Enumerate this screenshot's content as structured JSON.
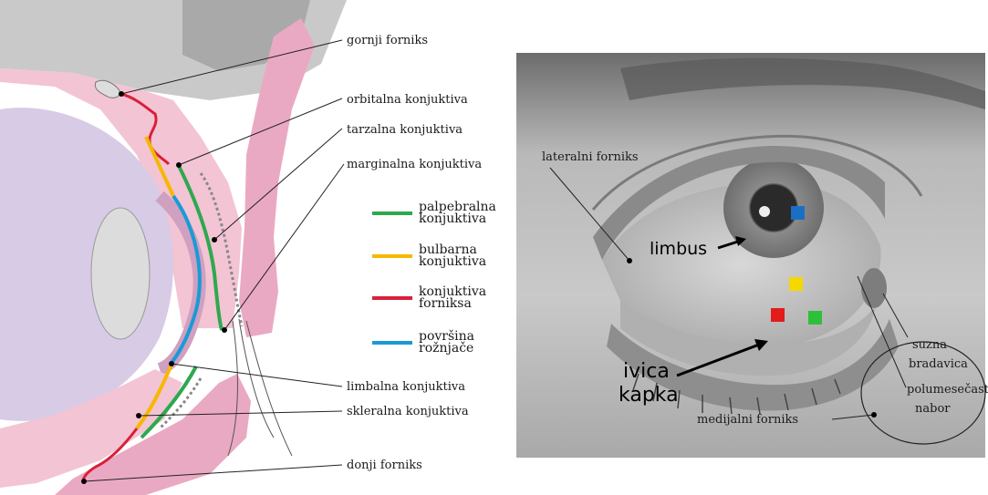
{
  "colors": {
    "palpebral": "#2fa84f",
    "bulbar": "#f5b800",
    "fornix": "#d9203a",
    "cornea": "#1a9ad6",
    "tissue_pink": "#f4c6d6",
    "tissue_pink_dark": "#e59bb8",
    "bone_gray": "#b7b7b7",
    "lens_gray": "#d9d9d9",
    "eyeball_lavender": "#d6c9e3",
    "photo_gray": "#9a9a9a"
  },
  "left_labels": {
    "gornji_forniks": "gornji forniks",
    "orbitalna": "orbitalna konjuktiva",
    "tarzalna": "tarzalna konjuktiva",
    "marginalna": "marginalna konjuktiva",
    "limbalna": "limbalna konjuktiva",
    "skleralna": "skleralna konjuktiva",
    "donji_forniks": "donji forniks"
  },
  "legend": [
    {
      "line1": "palpebralna",
      "line2": "konjuktiva",
      "color": "#2fa84f"
    },
    {
      "line1": "bulbarna",
      "line2": "konjuktiva",
      "color": "#f5b800"
    },
    {
      "line1": "konjuktiva",
      "line2": "forniksa",
      "color": "#d9203a"
    },
    {
      "line1": "površina",
      "line2": "rožnjače",
      "color": "#1a9ad6"
    }
  ],
  "right_labels": {
    "lateralni_forniks": "lateralni forniks",
    "limbus": "limbus",
    "ivica": "ivica",
    "kapka": "kapka",
    "suzna": "suzna",
    "bradavica": "bradavica",
    "polumesecasti": "polumesečasti",
    "nabor": "nabor",
    "medijalni_forniks": "medijalni forniks"
  },
  "markers": [
    {
      "name": "blue-marker",
      "color": "#1a6fc4"
    },
    {
      "name": "yellow-marker",
      "color": "#f5d800"
    },
    {
      "name": "red-marker",
      "color": "#e21b1b"
    },
    {
      "name": "green-marker",
      "color": "#2fbf3a"
    }
  ]
}
